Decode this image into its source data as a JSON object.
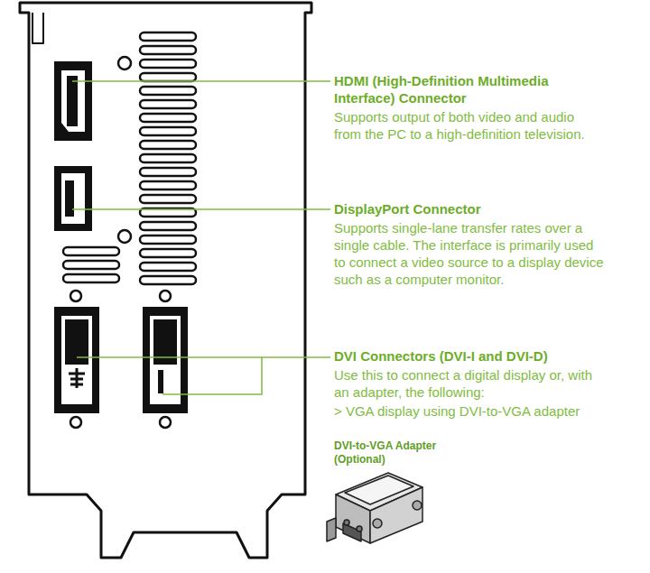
{
  "diagram": {
    "labels": [
      "HDMI (High-Definition Multimedia Interface) Connector",
      "Supports output of both video and audio from the PC to a high-definition television.",
      "DisplayPort Connector",
      "Supports single-lane transfer rates over a single cable. The interface is primarily used to connect a video source to a display device such as a computer monitor.",
      "DVI Connectors (DVI-I and DVI-D)",
      "Use this to connect a digital display or, with an adapter, the following:",
      "> VGA display using DVI-to-VGA adapter",
      "DVI-to-VGA Adapter (Optional)"
    ]
  }
}
